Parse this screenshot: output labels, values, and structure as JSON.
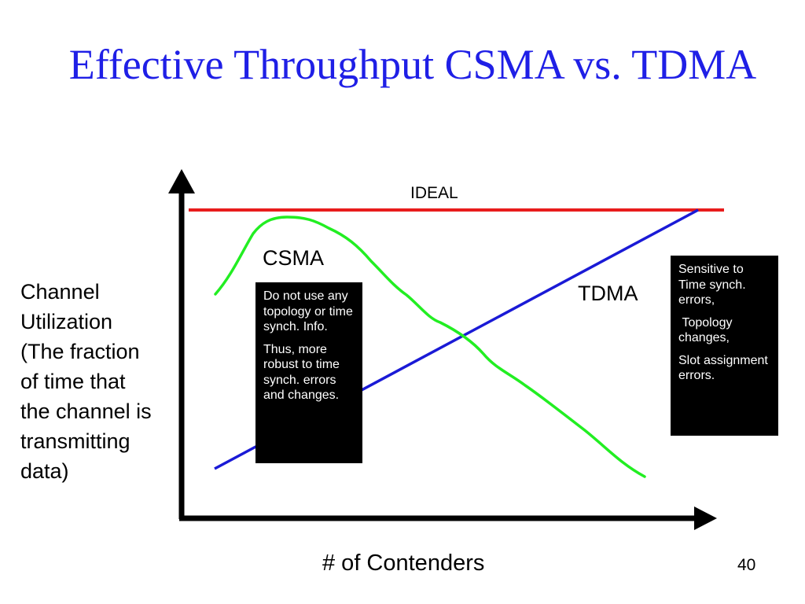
{
  "title": "Effective Throughput CSMA vs. TDMA",
  "y_axis_label": "Channel\nUtilization\n(The fraction\nof time that\nthe channel is\ntransmitting\ndata)",
  "x_axis_label": "# of Contenders",
  "ideal_label": "IDEAL",
  "csma_label": "CSMA",
  "tdma_label": "TDMA",
  "csma_note": [
    "Do not use any topology or time synch. Info.",
    "Thus, more robust to time synch. errors and changes."
  ],
  "tdma_note": [
    "Sensitive to Time synch. errors,",
    " Topology changes,",
    "Slot assignment errors."
  ],
  "page_number": "40",
  "colors": {
    "title": "#1f1fe6",
    "ideal_line": "#e81c1c",
    "csma_curve": "#22ee22",
    "tdma_line": "#1a1ad6",
    "axes": "#000000",
    "note_background": "#000000",
    "note_text": "#ffffff"
  }
}
